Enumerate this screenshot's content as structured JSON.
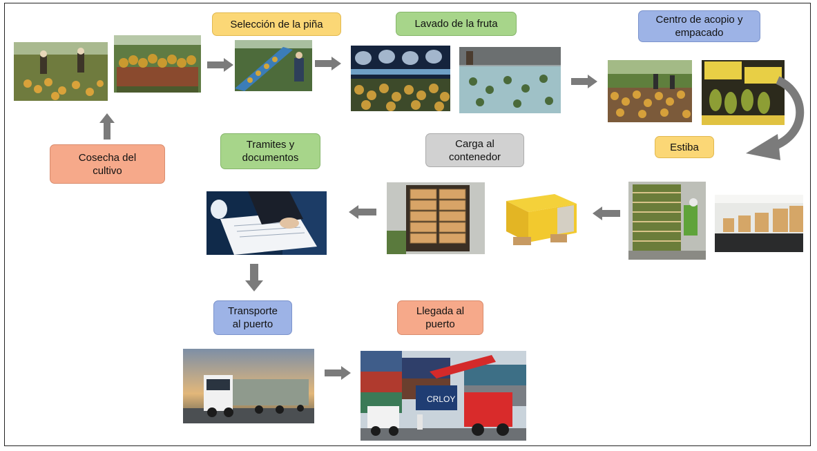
{
  "steps": {
    "seleccion": "Selección de la piña",
    "lavado": "Lavado de la fruta",
    "centro": "Centro de acopio y\nempacado",
    "estiba": "Estiba",
    "cosecha": "Cosecha del\ncultivo",
    "tramites": "Tramites y\ndocumentos",
    "carga": "Carga al\ncontenedor",
    "transporte": "Transporte\nal puerto",
    "llegada": "Llegada al\npuerto"
  },
  "container_text": "CRLOY",
  "colors": {
    "yellow": "#fbd776",
    "green": "#a7d58a",
    "blue": "#9db3e6",
    "gray": "#d1d1d1",
    "orange": "#f6a98a",
    "arrow": "#7b7b7b"
  }
}
